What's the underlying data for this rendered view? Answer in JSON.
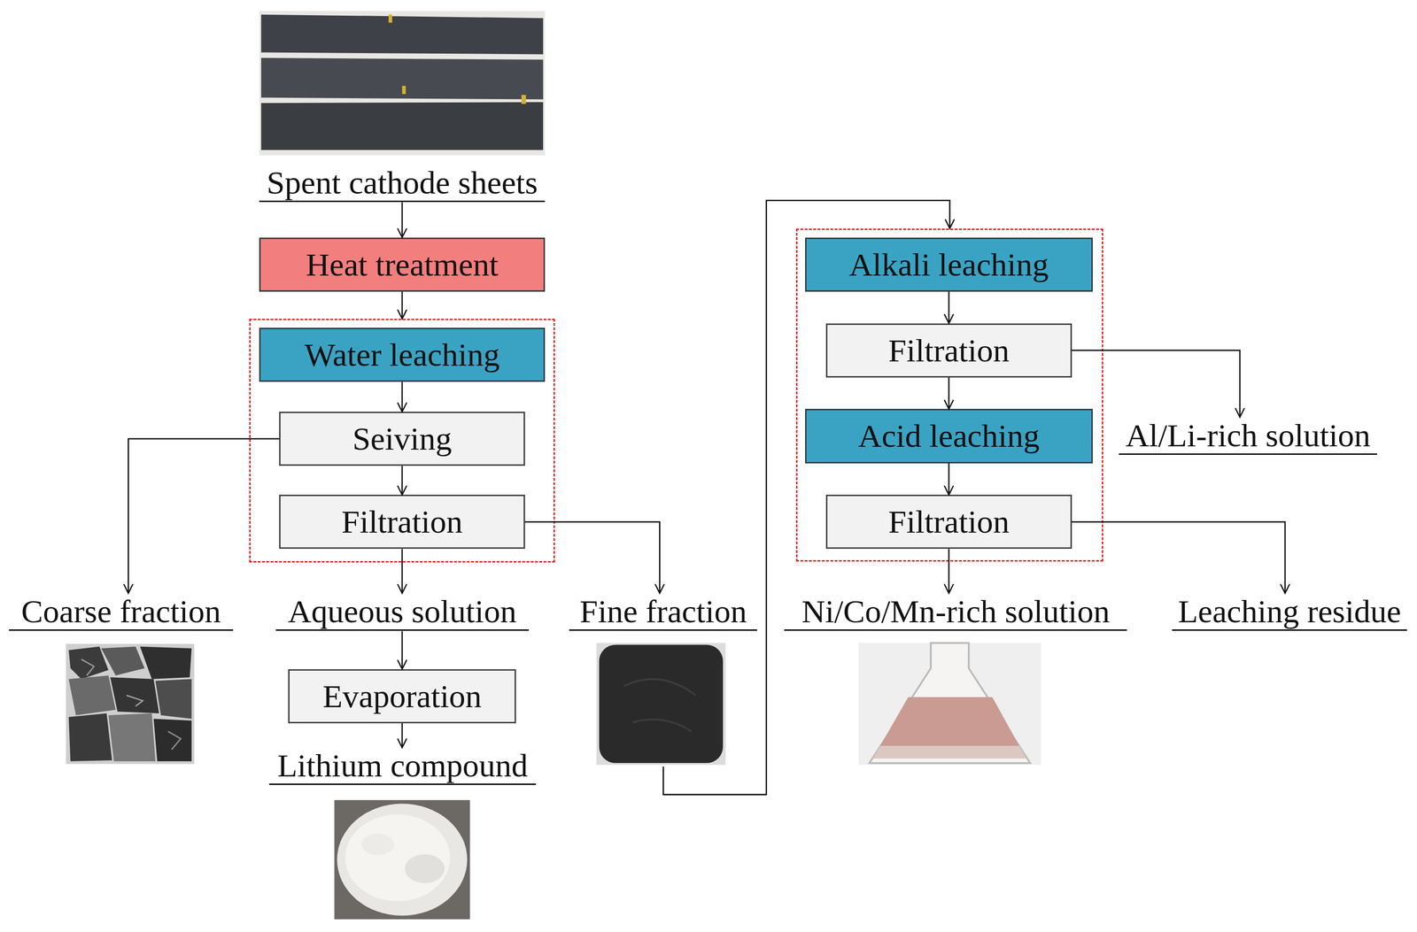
{
  "diagram": {
    "nodes": [
      {
        "text": [
          "Spent cathode sheets"
        ]
      },
      {
        "text": [
          "Heat treatment"
        ]
      },
      {
        "text": []
      },
      {
        "text": [
          "Water leaching"
        ],
        "in": 2
      },
      {
        "text": [
          "Seiving"
        ],
        "in": 2
      },
      {
        "text": [
          "Filtration"
        ],
        "in": 2
      },
      {
        "text": [
          "Coarse fraction"
        ]
      },
      {
        "text": [
          "Aqueous solution"
        ]
      },
      {
        "text": [
          "Fine fraction"
        ]
      },
      {
        "text": [
          "Evaporation"
        ]
      },
      {
        "text": [
          "Lithium compound"
        ]
      },
      {
        "text": []
      },
      {
        "text": [
          "Alkali leaching"
        ],
        "in": 11
      },
      {
        "text": [
          "Filtration"
        ],
        "in": 11
      },
      {
        "text": [
          "Acid leaching"
        ],
        "in": 11
      },
      {
        "text": [
          "Filtration"
        ],
        "in": 11
      },
      {
        "text": [
          "Al/Li-rich solution"
        ]
      },
      {
        "text": [
          "Ni/Co/Mn-rich solution"
        ]
      },
      {
        "text": [
          "Leaching residue"
        ]
      }
    ],
    "edges": [
      {
        "from": 0,
        "to": 1,
        "arrow": "to"
      },
      {
        "from": 1,
        "to": 2,
        "arrow": "to"
      },
      {
        "from": 3,
        "to": 4,
        "arrow": "to"
      },
      {
        "from": 4,
        "to": 5,
        "arrow": "to"
      },
      {
        "from": 4,
        "to": 6,
        "arrow": "to"
      },
      {
        "from": 5,
        "to": 7,
        "arrow": "to"
      },
      {
        "from": 5,
        "to": 8,
        "arrow": "to"
      },
      {
        "from": 7,
        "to": 9,
        "arrow": "to"
      },
      {
        "from": 9,
        "to": 10,
        "arrow": "to"
      },
      {
        "from": 8,
        "to": 11,
        "arrow": "to"
      },
      {
        "from": 12,
        "to": 13,
        "arrow": "to"
      },
      {
        "from": 13,
        "to": 16,
        "arrow": "to"
      },
      {
        "from": 13,
        "to": 14,
        "arrow": "to"
      },
      {
        "from": 14,
        "to": 15,
        "arrow": "to"
      },
      {
        "from": 15,
        "to": 17,
        "arrow": "to"
      },
      {
        "from": 15,
        "to": 18,
        "arrow": "to"
      }
    ]
  }
}
